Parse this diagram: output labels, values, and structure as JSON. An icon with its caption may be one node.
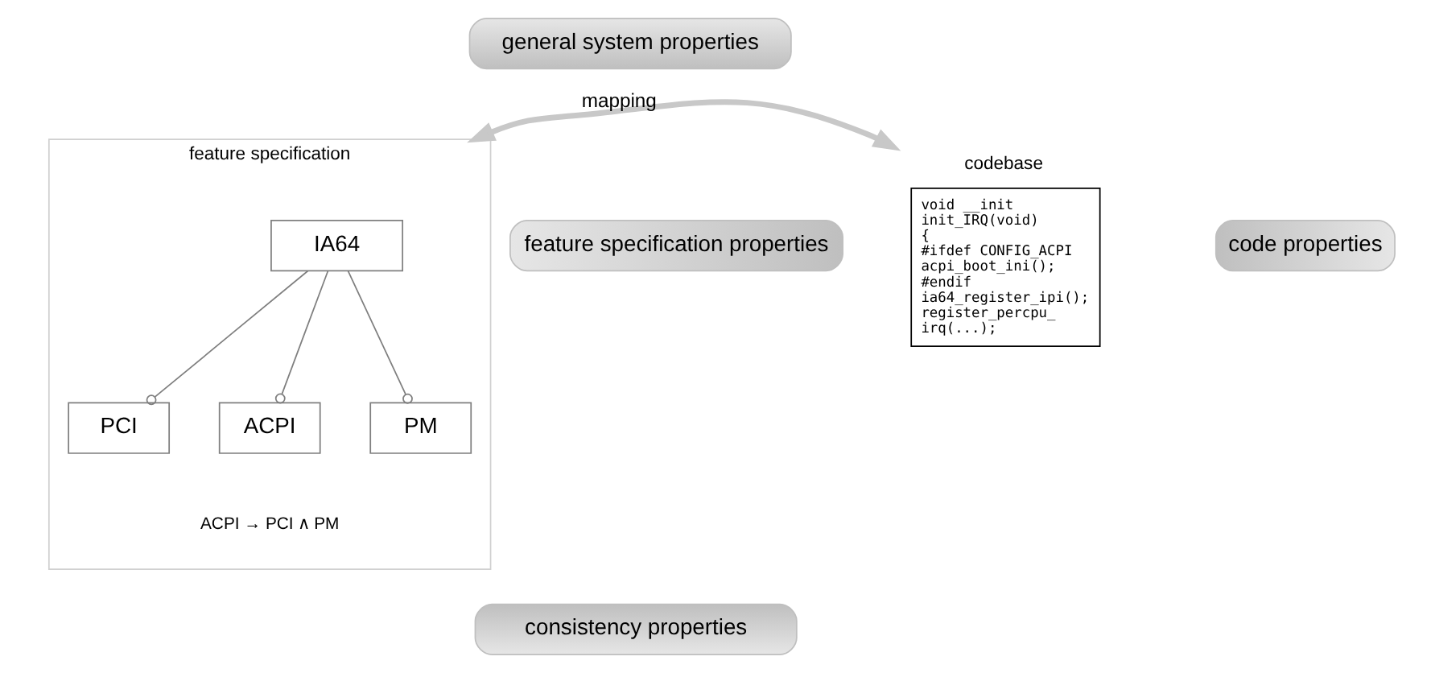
{
  "diagram": {
    "nodes": [
      {
        "text": [
          "general system properties"
        ]
      },
      {
        "text": [
          "feature specification properties"
        ]
      },
      {
        "text": [
          "code properties"
        ]
      },
      {
        "text": [
          "consistency properties"
        ]
      },
      {
        "text": [
          "feature specification"
        ]
      },
      {
        "text": [
          "IA64"
        ],
        "in": 4
      },
      {
        "text": [
          "ACPI"
        ],
        "in": 4
      },
      {
        "text": [
          "PCI"
        ],
        "in": 4
      },
      {
        "text": [
          "PM"
        ],
        "in": 4
      },
      {
        "text": [
          "codebase",
          "void __init",
          "init_IRQ(void)",
          "{",
          "#ifdef CONFIG_ACPI",
          "acpi_boot_ini();",
          "#endif",
          "ia64_register_ipi();",
          "register_percpu_",
          "irq(...);"
        ]
      }
    ],
    "edges": [
      {
        "from": 5,
        "to": 6,
        "arrow": "other"
      },
      {
        "from": 5,
        "to": 7,
        "arrow": "other"
      },
      {
        "from": 5,
        "to": 8,
        "arrow": "other"
      },
      {
        "from": 4,
        "to": 9,
        "arrow": "both",
        "label": "mapping",
        "style": "thick",
        "color": "#c8c8c8"
      }
    ],
    "labels": [
      "ACPI → PCI ∧ PM"
    ]
  }
}
